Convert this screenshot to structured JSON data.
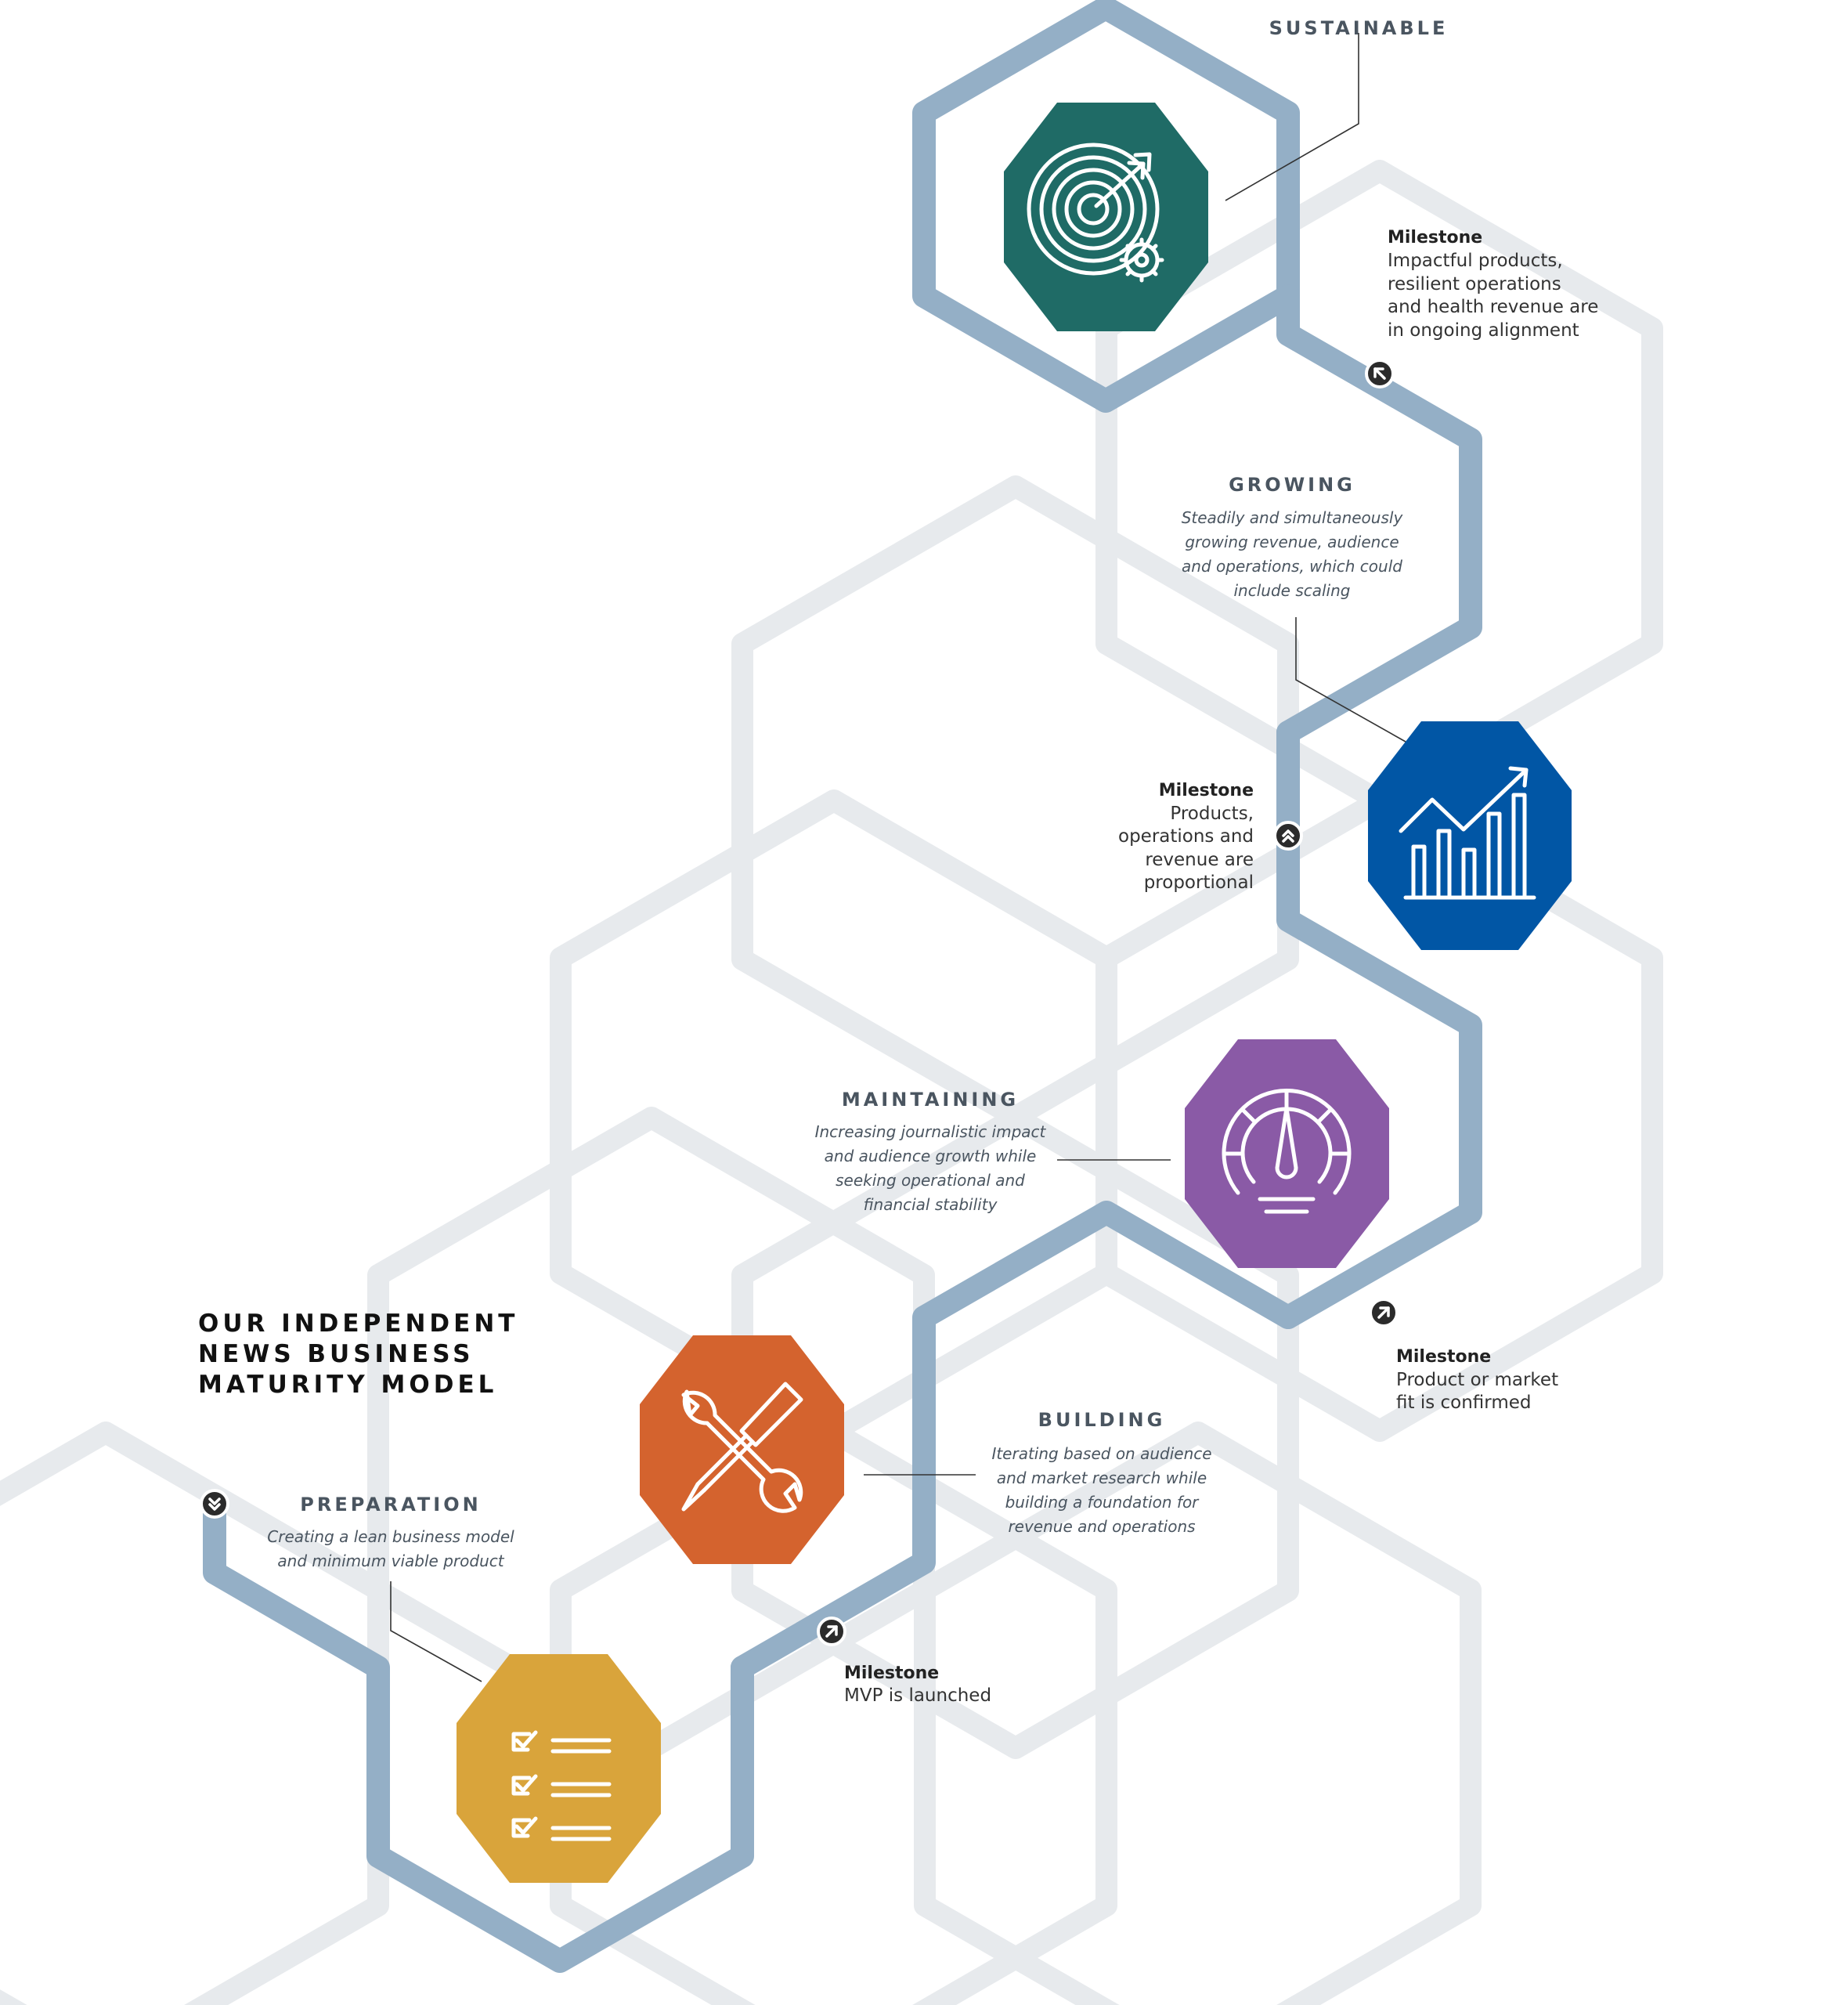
{
  "title": {
    "line1": "OUR INDEPENDENT",
    "line2": "NEWS BUSINESS",
    "line3": "MATURITY MODEL"
  },
  "stages": [
    {
      "name": "SUSTAINABLE",
      "description": [],
      "color": "#1f6b66",
      "icon": "target-gear-icon"
    },
    {
      "name": "GROWING",
      "description": [
        "Steadily and simultaneously",
        "growing revenue, audience",
        "and operations, which could",
        "include scaling"
      ],
      "color": "#0156a5",
      "icon": "bar-chart-growth-icon"
    },
    {
      "name": "MAINTAINING",
      "description": [
        "Increasing journalistic impact",
        "and audience growth while",
        "seeking operational and",
        "financial stability"
      ],
      "color": "#8a5aa6",
      "icon": "gauge-icon"
    },
    {
      "name": "BUILDING",
      "description": [
        "Iterating based on audience",
        "and market research while",
        "building a foundation for",
        "revenue and operations"
      ],
      "color": "#d4632e",
      "icon": "wrench-screwdriver-icon"
    },
    {
      "name": "PREPARATION",
      "description": [
        "Creating a lean business model",
        "and minimum viable product"
      ],
      "color": "#d9a43b",
      "icon": "checklist-icon"
    }
  ],
  "milestones": [
    {
      "heading": "Milestone",
      "lines": [
        "Impactful products,",
        "resilient operations",
        "and health revenue are",
        "in ongoing alignment"
      ]
    },
    {
      "heading": "Milestone",
      "lines": [
        "Products,",
        "operations and",
        "revenue are",
        "proportional"
      ]
    },
    {
      "heading": "Milestone",
      "lines": [
        "Product or market",
        "fit is confirmed"
      ]
    },
    {
      "heading": "Milestone",
      "lines": [
        "MVP is launched"
      ]
    }
  ],
  "colors": {
    "path": "#94afc6",
    "background_hexagon": "#e7eaed",
    "node": "#2b2b2b"
  }
}
